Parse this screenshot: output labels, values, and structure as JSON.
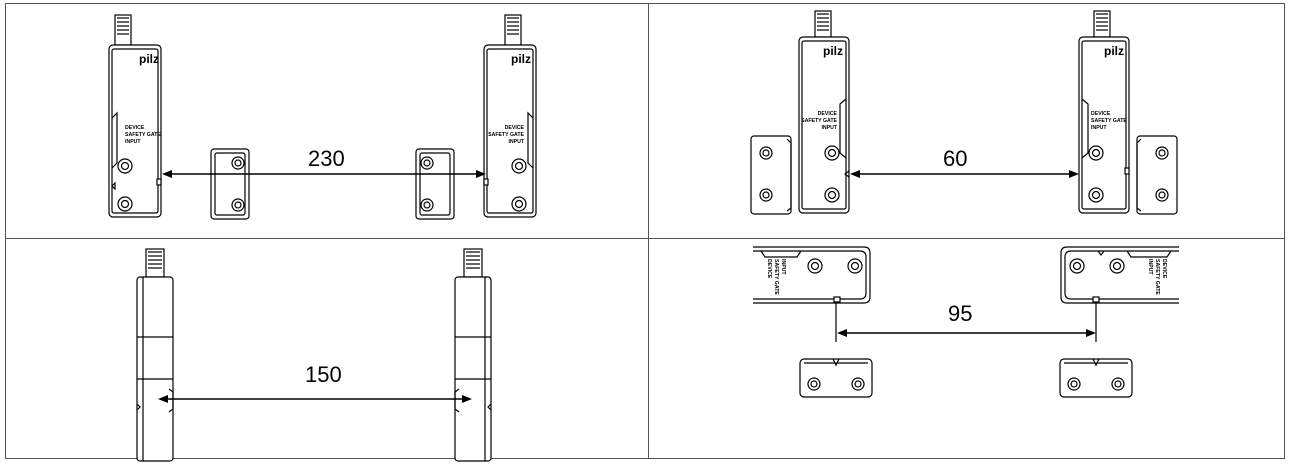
{
  "panels": [
    {
      "id": "top-left",
      "distance": "230"
    },
    {
      "id": "top-right",
      "distance": "60"
    },
    {
      "id": "bottom-left",
      "distance": "150"
    },
    {
      "id": "bottom-right",
      "distance": "95"
    }
  ],
  "device_labels": {
    "brand": "pilz",
    "line1": "DEVICE",
    "line2": "SAFETY GATE",
    "line3": "INPUT"
  },
  "colors": {
    "line": "#000000",
    "grid_line": "#555555",
    "background": "#ffffff"
  }
}
